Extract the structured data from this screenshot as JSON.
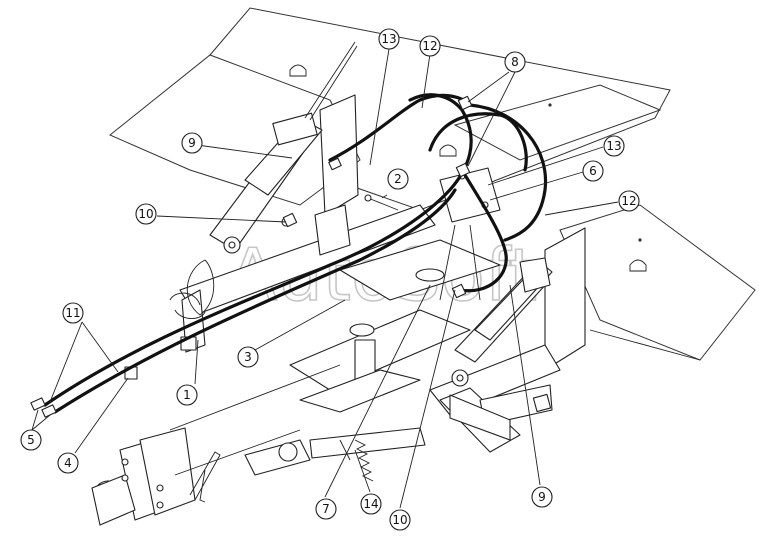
{
  "watermark": "AutoSoft",
  "callouts": [
    {
      "id": "c1",
      "label": "1"
    },
    {
      "id": "c2",
      "label": "2"
    },
    {
      "id": "c3",
      "label": "3"
    },
    {
      "id": "c4",
      "label": "4"
    },
    {
      "id": "c5",
      "label": "5"
    },
    {
      "id": "c6",
      "label": "6"
    },
    {
      "id": "c7",
      "label": "7"
    },
    {
      "id": "c8",
      "label": "8"
    },
    {
      "id": "c9a",
      "label": "9"
    },
    {
      "id": "c9b",
      "label": "9"
    },
    {
      "id": "c10a",
      "label": "10"
    },
    {
      "id": "c10b",
      "label": "10"
    },
    {
      "id": "c11",
      "label": "11"
    },
    {
      "id": "c12a",
      "label": "12"
    },
    {
      "id": "c12b",
      "label": "12"
    },
    {
      "id": "c13a",
      "label": "13"
    },
    {
      "id": "c13b",
      "label": "13"
    },
    {
      "id": "c14",
      "label": "14"
    }
  ]
}
